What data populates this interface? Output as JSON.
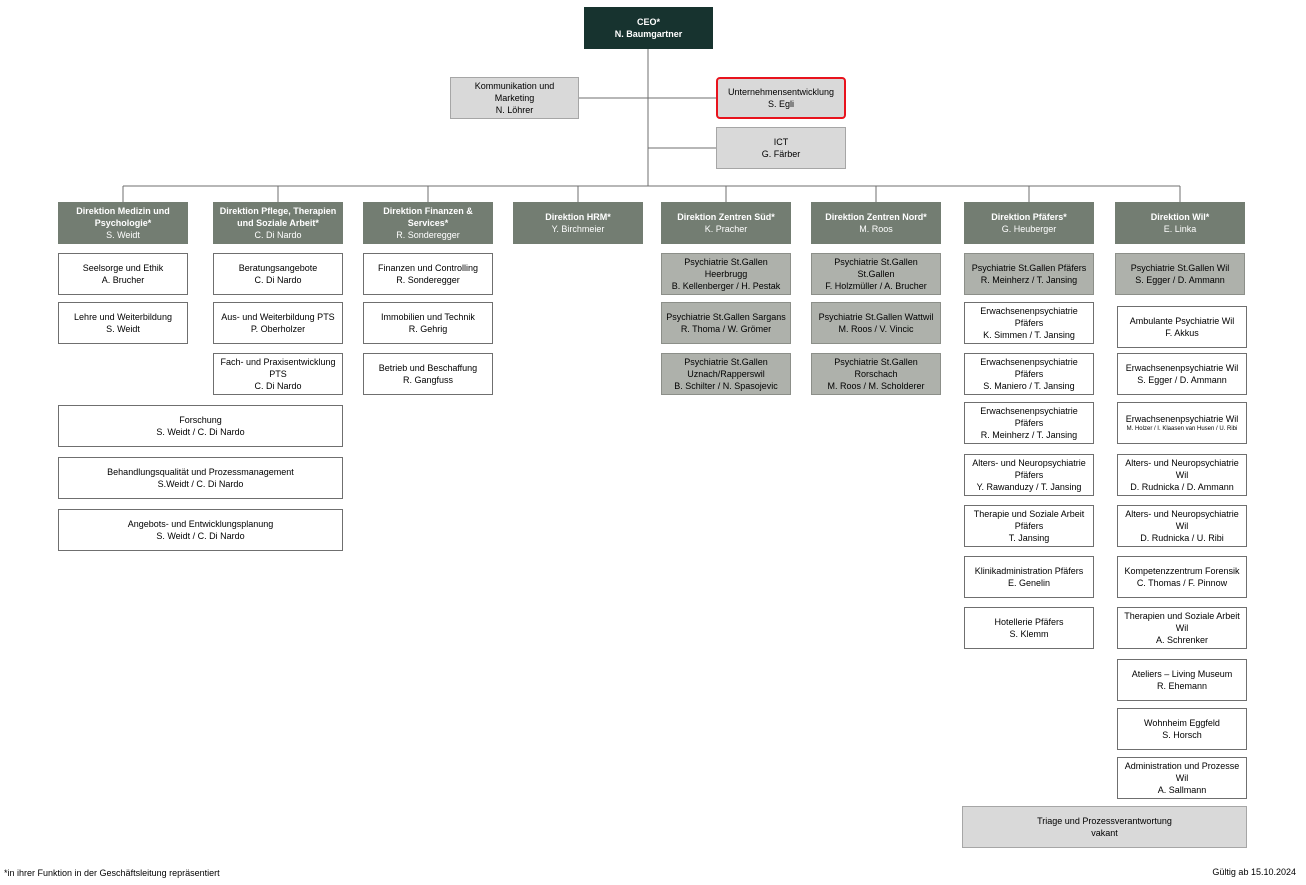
{
  "ceo": {
    "title": "CEO*",
    "person": "N. Baumgartner"
  },
  "staff": {
    "kommunikation": {
      "title": "Kommunikation und Marketing",
      "person": "N. Löhrer"
    },
    "unternehmensentwicklung": {
      "title": "Unternehmensentwicklung",
      "person": "S. Egli"
    },
    "ict": {
      "title": "ICT",
      "person": "G. Färber"
    }
  },
  "directorates": [
    {
      "title": "Direktion Medizin und Psychologie*",
      "person": "S. Weidt"
    },
    {
      "title": "Direktion Pflege, Therapien und Soziale Arbeit*",
      "person": "C. Di Nardo"
    },
    {
      "title": "Direktion Finanzen & Services*",
      "person": "R. Sonderegger"
    },
    {
      "title": "Direktion HRM*",
      "person": "Y. Birchmeier"
    },
    {
      "title": "Direktion Zentren Süd*",
      "person": "K. Pracher"
    },
    {
      "title": "Direktion Zentren Nord*",
      "person": "M. Roos"
    },
    {
      "title": "Direktion Pfäfers*",
      "person": "G. Heuberger"
    },
    {
      "title": "Direktion Wil*",
      "person": "E. Linka"
    }
  ],
  "medizin": [
    {
      "title": "Seelsorge und Ethik",
      "person": "A. Brucher"
    },
    {
      "title": "Lehre und Weiterbildung",
      "person": "S. Weidt"
    }
  ],
  "pflege": [
    {
      "title": "Beratungsangebote",
      "person": "C. Di Nardo"
    },
    {
      "title": "Aus- und Weiterbildung PTS",
      "person": "P. Oberholzer"
    },
    {
      "title": "Fach- und Praxisentwicklung PTS",
      "person": "C. Di Nardo"
    }
  ],
  "shared": [
    {
      "title": "Forschung",
      "person": "S. Weidt / C. Di Nardo"
    },
    {
      "title": "Behandlungsqualität und  Prozessmanagement",
      "person": "S.Weidt / C. Di Nardo"
    },
    {
      "title": "Angebots- und Entwicklungsplanung",
      "person": "S. Weidt / C. Di Nardo"
    }
  ],
  "finanzen": [
    {
      "title": "Finanzen und Controlling",
      "person": "R. Sonderegger"
    },
    {
      "title": "Immobilien und Technik",
      "person": "R. Gehrig"
    },
    {
      "title": "Betrieb und Beschaffung",
      "person": "R. Gangfuss"
    }
  ],
  "sued": [
    {
      "title": "Psychiatrie St.Gallen Heerbrugg",
      "person": "B. Kellenberger / H. Pestak"
    },
    {
      "title": "Psychiatrie St.Gallen Sargans",
      "person": "R. Thoma / W. Grömer"
    },
    {
      "title": "Psychiatrie St.Gallen Uznach/Rapperswil",
      "person": "B. Schilter / N. Spasojevic"
    }
  ],
  "nord": [
    {
      "title": "Psychiatrie St.Gallen St.Gallen",
      "person": "F. Holzmüller / A. Brucher"
    },
    {
      "title": "Psychiatrie St.Gallen Wattwil",
      "person": "M. Roos / V. Vincic"
    },
    {
      "title": "Psychiatrie St.Gallen Rorschach",
      "person": "M. Roos / M. Scholderer"
    }
  ],
  "pfaefers": [
    {
      "title": "Psychiatrie St.Gallen Pfäfers",
      "person": "R. Meinherz / T. Jansing"
    },
    {
      "title": "Erwachsenenpsychiatrie Pfäfers",
      "person": "K. Simmen / T. Jansing"
    },
    {
      "title": "Erwachsenenpsychiatrie Pfäfers",
      "person": "S. Maniero / T. Jansing"
    },
    {
      "title": "Erwachsenenpsychiatrie Pfäfers",
      "person": "R. Meinherz / T. Jansing"
    },
    {
      "title": "Alters- und Neuropsychiatrie Pfäfers",
      "person": "Y. Rawanduzy / T. Jansing"
    },
    {
      "title": "Therapie und Soziale Arbeit Pfäfers",
      "person": "T. Jansing"
    },
    {
      "title": "Klinikadministration Pfäfers",
      "person": "E. Genelin"
    },
    {
      "title": "Hotellerie Pfäfers",
      "person": "S. Klemm"
    }
  ],
  "wil": [
    {
      "title": "Psychiatrie St.Gallen Wil",
      "person": "S. Egger / D. Ammann"
    },
    {
      "title": "Ambulante Psychiatrie Wil",
      "person": "F. Akkus"
    },
    {
      "title": "Erwachsenenpsychiatrie Wil",
      "person": "S. Egger / D. Ammann"
    },
    {
      "title": "Erwachsenenpsychiatrie Wil",
      "person": "M. Holzer / I. Klaasen van Husen / U. Ribi"
    },
    {
      "title": "Alters- und Neuropsychiatrie Wil",
      "person": "D. Rudnicka / D. Ammann"
    },
    {
      "title": "Alters- und Neuropsychiatrie Wil",
      "person": "D. Rudnicka / U. Ribi"
    },
    {
      "title": "Kompetenzzentrum Forensik",
      "person": "C. Thomas / F. Pinnow"
    },
    {
      "title": "Therapien und Soziale Arbeit Wil",
      "person": "A. Schrenker"
    },
    {
      "title": "Ateliers – Living Museum",
      "person": "R. Ehemann"
    },
    {
      "title": "Wohnheim Eggfeld",
      "person": "S. Horsch"
    },
    {
      "title": "Administration und Prozesse Wil",
      "person": "A. Sallmann"
    }
  ],
  "triage": {
    "title": "Triage und Prozessverantwortung",
    "person": "vakant"
  },
  "footer": {
    "note": "*in ihrer Funktion in der Geschäftsleitung repräsentiert",
    "valid": "Gültig ab 15.10.2024"
  }
}
